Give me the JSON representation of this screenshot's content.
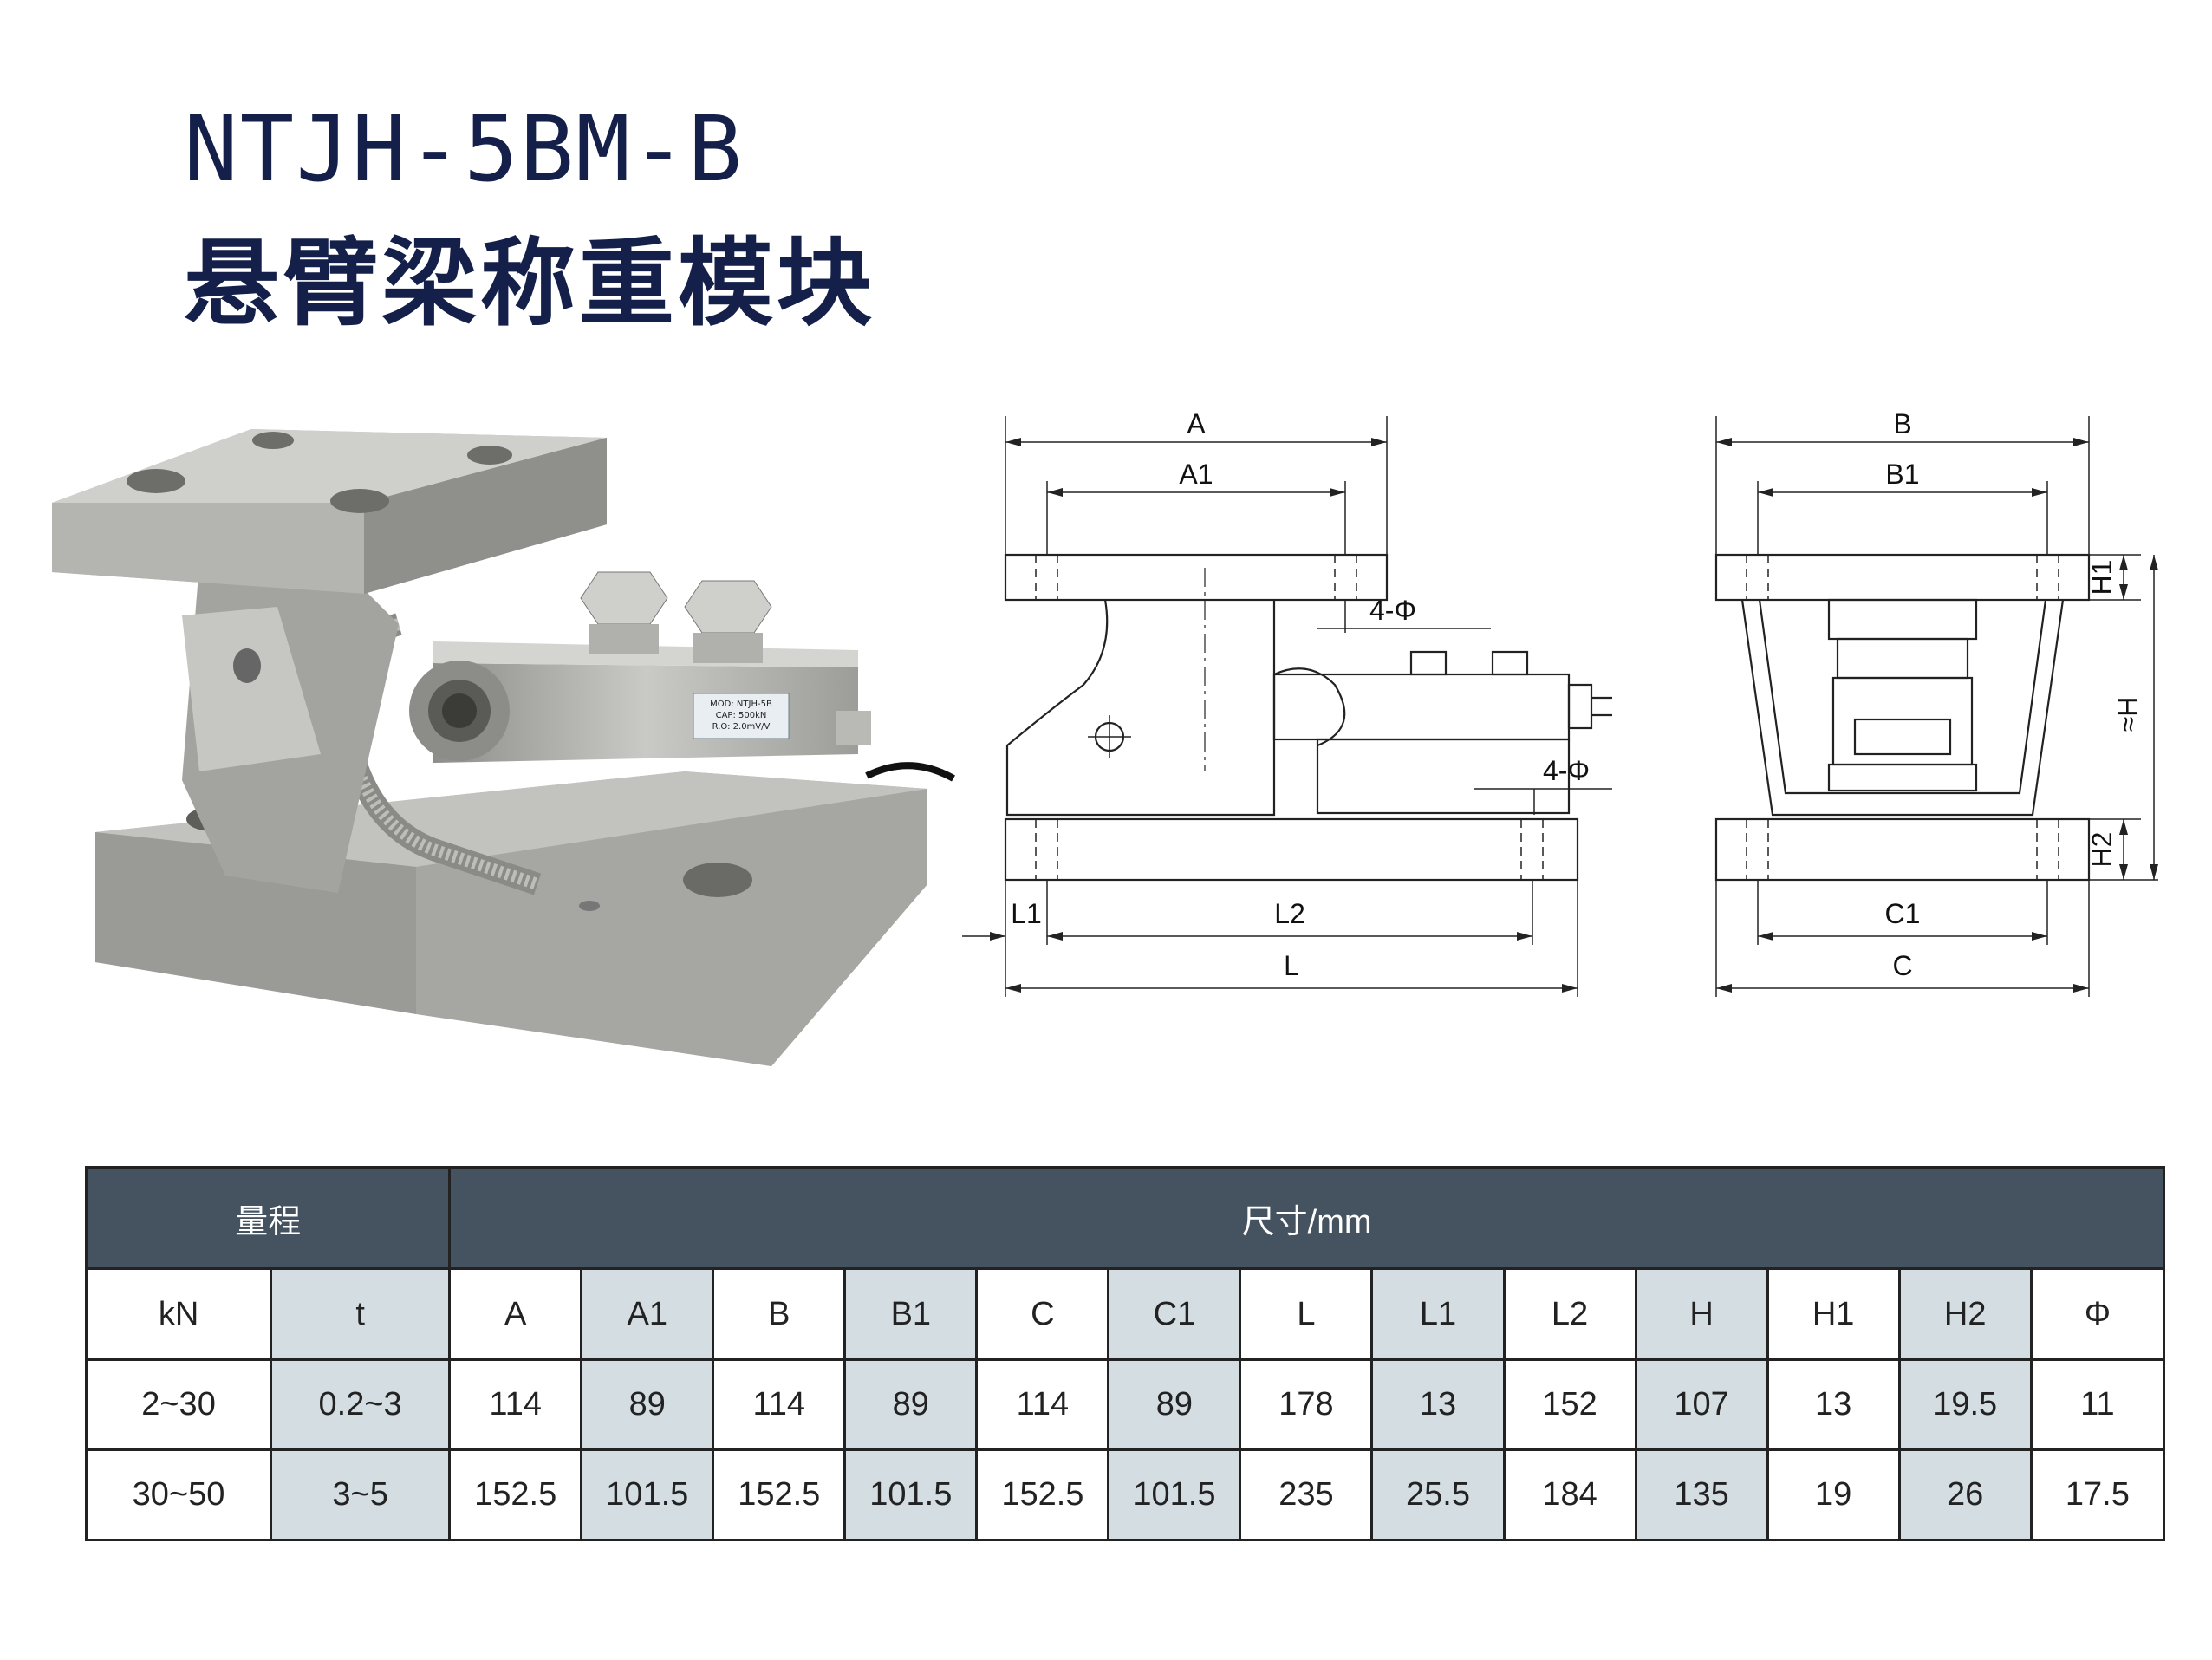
{
  "header": {
    "model": "NTJH-5BM-B",
    "name_cn": "悬臂梁称重模块"
  },
  "photo": {
    "label_lines": [
      "MOD: NTJH-5B",
      "CAP: 500kN",
      "R.O: 2.0mV/V"
    ]
  },
  "drawing": {
    "side": {
      "A": "A",
      "A1": "A1",
      "hole_top": "4-Φ",
      "hole_bottom": "4-Φ",
      "L1": "L1",
      "L2": "L2",
      "L": "L"
    },
    "front": {
      "B": "B",
      "B1": "B1",
      "H1": "H1",
      "H": "≈H",
      "H2": "H2",
      "C1": "C1",
      "C": "C"
    }
  },
  "table": {
    "group_range": "量程",
    "group_dims": "尺寸/mm",
    "columns": [
      "kN",
      "t",
      "A",
      "A1",
      "B",
      "B1",
      "C",
      "C1",
      "L",
      "L1",
      "L2",
      "H",
      "H1",
      "H2",
      "Φ"
    ],
    "rows": [
      [
        "2~30",
        "0.2~3",
        "114",
        "89",
        "114",
        "89",
        "114",
        "89",
        "178",
        "13",
        "152",
        "107",
        "13",
        "19.5",
        "11"
      ],
      [
        "30~50",
        "3~5",
        "152.5",
        "101.5",
        "152.5",
        "101.5",
        "152.5",
        "101.5",
        "235",
        "25.5",
        "184",
        "135",
        "19",
        "26",
        "17.5"
      ]
    ]
  }
}
